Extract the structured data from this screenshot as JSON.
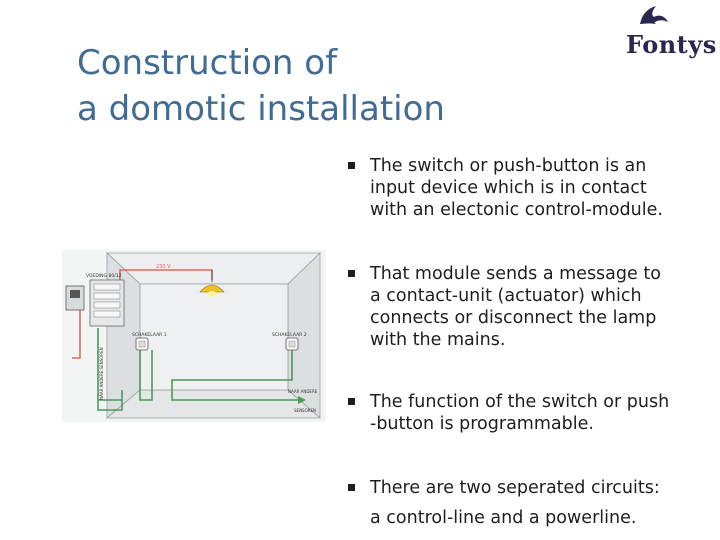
{
  "slide": {
    "title_line1": "Construction of",
    "title_line2": "a domotic installation",
    "logo_text": "Fontys"
  },
  "bullets": [
    {
      "lines": [
        "The switch or push-button is an",
        "input device which is in contact",
        "with an electonic control-module."
      ]
    },
    {
      "lines": [
        "That module sends a message to",
        "a contact-unit (actuator) which",
        "connects or disconnect the lamp",
        "with the mains."
      ]
    },
    {
      "lines": [
        "The function of the switch or push",
        "-button is programmable."
      ]
    },
    {
      "lines": [
        "There are two seperated circuits:",
        "a control-line and a powerline."
      ]
    }
  ],
  "diagram": {
    "voltage_label": "230 V",
    "panel_label": "VOEDING 80/12",
    "switch1_label": "SCHAKELAAR 1",
    "switch2_label": "SCHAKELAAR 2",
    "other_label_line1": "NAAR ANDERE",
    "other_label_line2": "SENSOREN",
    "vertical_label": "NAAR ANDERE SENSOREN",
    "colors": {
      "power_line": "#e06a5a",
      "control_line": "#4a9a5a",
      "lamp": "#f0c020",
      "room": "#e4e6e8"
    }
  },
  "colors": {
    "title": "#3f6b95",
    "text": "#1e1e1e",
    "logo": "#2b2650"
  }
}
